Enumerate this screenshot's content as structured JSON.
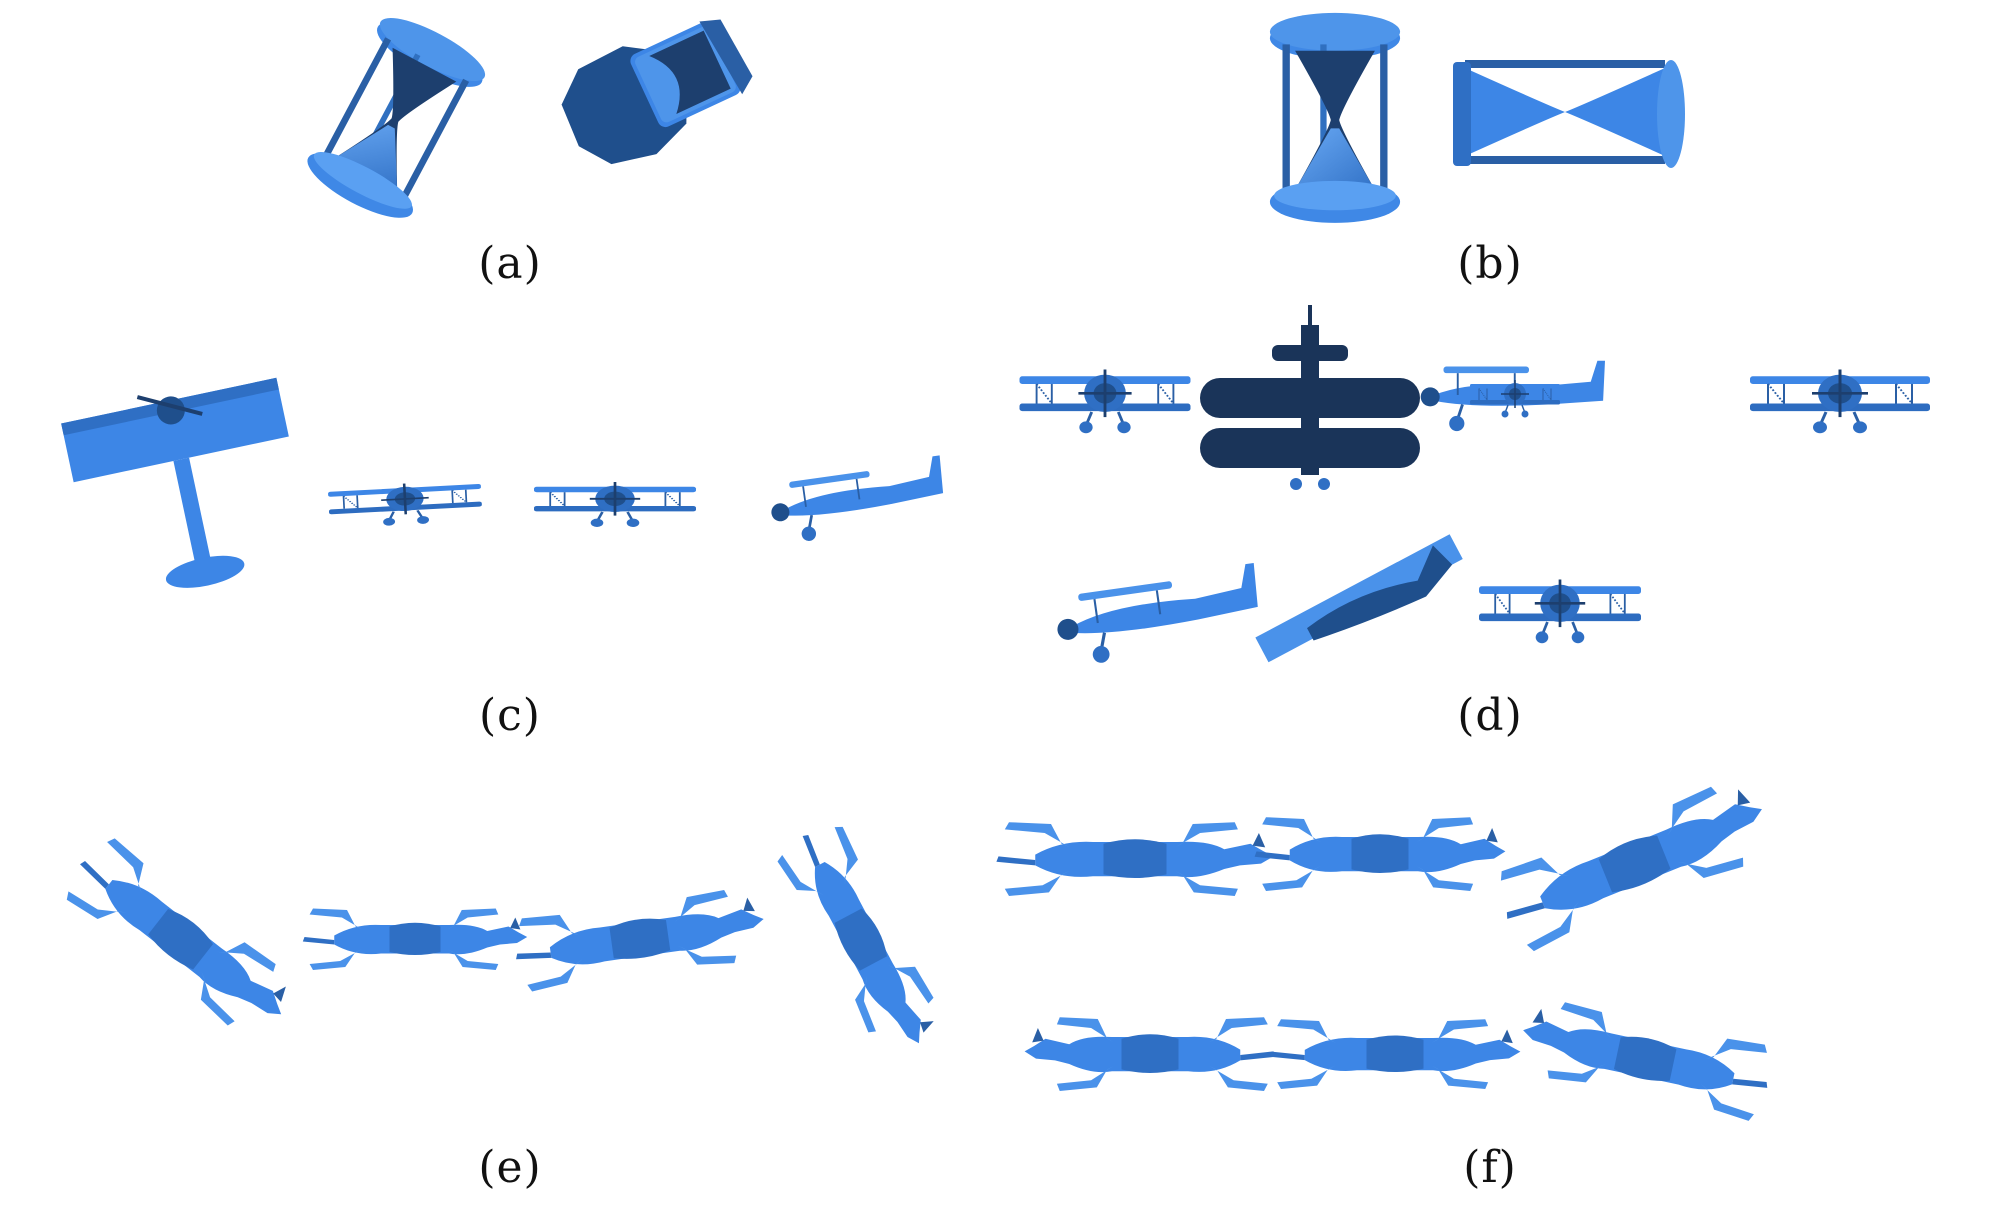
{
  "captions": {
    "a": "(a)",
    "b": "(b)",
    "c": "(c)",
    "d": "(d)",
    "e": "(e)",
    "f": "(f)"
  },
  "colors": {
    "model": "#3d86e6",
    "model_light": "#5aa0f2",
    "model_dark": "#1f4f8c",
    "model_shadow": "#16375f",
    "background": "#ffffff"
  },
  "icons": {
    "hourglass": "hourglass-icon",
    "biplane": "biplane-icon",
    "dog": "dog-icon"
  }
}
